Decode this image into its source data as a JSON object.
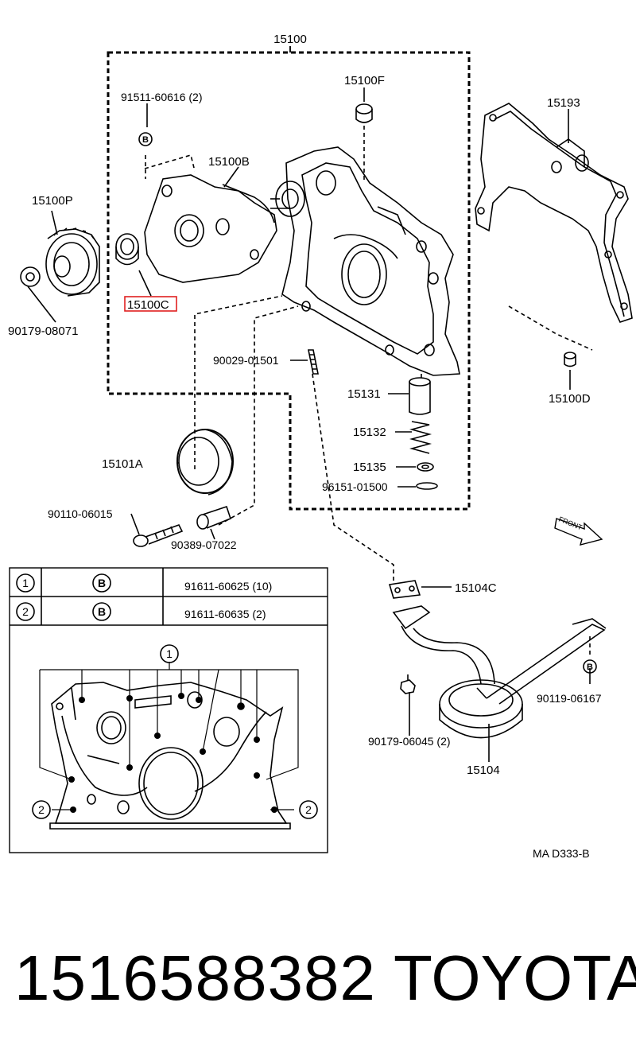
{
  "diagram": {
    "labels": {
      "assembly": "15100",
      "bolt_set": "91511-60616 (2)",
      "cover_plug": "15100F",
      "gasket_cover": "15100B",
      "gear_sprocket": "15100P",
      "rotor_seal": "15100C",
      "nut": "90179-08071",
      "gasket_right": "15193",
      "dowel_right": "15100D",
      "pin": "90029-01501",
      "relief_valve": "15131",
      "spring": "15132",
      "retainer": "15135",
      "snap_ring": "96151-01500",
      "oil_seal": "15101A",
      "stud_bolt": "90110-06015",
      "dowel_pin": "90389-07022",
      "strainer_gasket": "15104C",
      "strainer_bolt": "90119-06167",
      "strainer_nut": "90179-06045 (2)",
      "strainer": "15104",
      "front_arrow": "FRONT",
      "ref_code": "MA  D333-B",
      "bolt_symbol": "B"
    },
    "table": {
      "rows": [
        {
          "num": "1",
          "symbol": "B",
          "part": "91611-60625 (10)"
        },
        {
          "num": "2",
          "symbol": "B",
          "part": "91611-60635 (2)"
        }
      ]
    },
    "callouts": {
      "one": "1",
      "two": "2"
    },
    "highlight_color": "#e02020"
  },
  "footer": {
    "part_number": "1516588382",
    "brand": "TOYOTA"
  }
}
